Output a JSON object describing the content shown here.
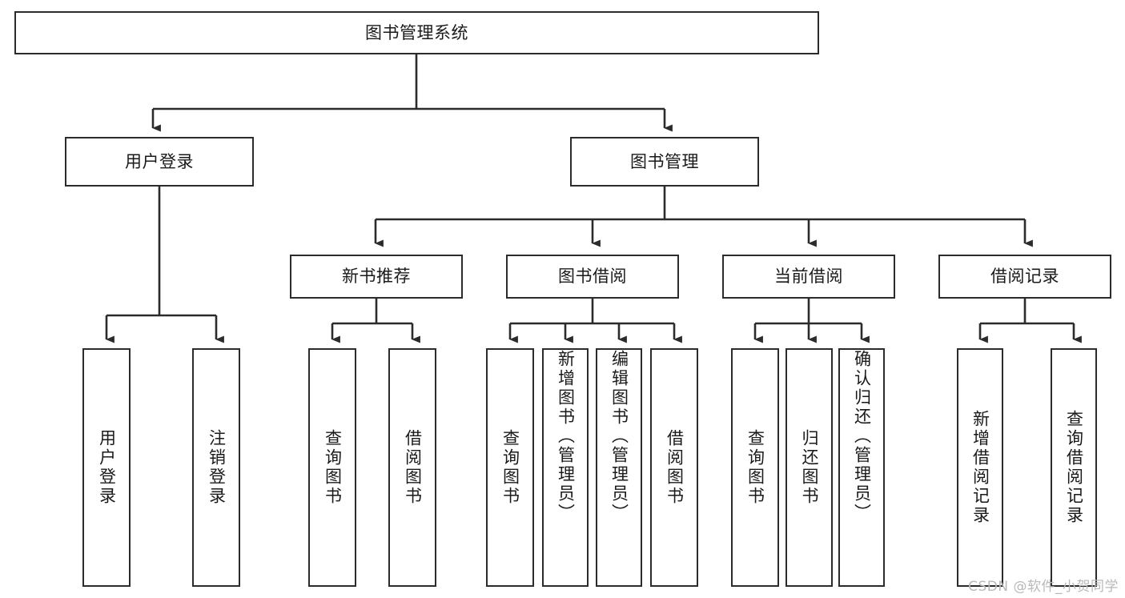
{
  "diagram": {
    "title": "图书管理系统",
    "type": "tree-hierarchy",
    "root": {
      "id": "root",
      "label": "图书管理系统"
    },
    "level2": [
      {
        "id": "user-login",
        "label": "用户登录"
      },
      {
        "id": "book-manage",
        "label": "图书管理"
      }
    ],
    "level3": [
      {
        "id": "new-book-recommend",
        "label": "新书推荐",
        "parent": "book-manage"
      },
      {
        "id": "book-borrow",
        "label": "图书借阅",
        "parent": "book-manage"
      },
      {
        "id": "current-borrow",
        "label": "当前借阅",
        "parent": "book-manage"
      },
      {
        "id": "borrow-record",
        "label": "借阅记录",
        "parent": "book-manage"
      }
    ],
    "leaves": {
      "user-login": [
        {
          "id": "leaf-user-login",
          "label": "用户登录"
        },
        {
          "id": "leaf-user-logout",
          "label": "注销登录"
        }
      ],
      "new-book-recommend": [
        {
          "id": "leaf-query-book-1",
          "label": "查询图书"
        },
        {
          "id": "leaf-borrow-book-1",
          "label": "借阅图书"
        }
      ],
      "book-borrow": [
        {
          "id": "leaf-query-book-2",
          "label": "查询图书"
        },
        {
          "id": "leaf-add-book-admin",
          "label": "新增图书（管理员）"
        },
        {
          "id": "leaf-edit-book-admin",
          "label": "编辑图书（管理员）"
        },
        {
          "id": "leaf-borrow-book-2",
          "label": "借阅图书"
        }
      ],
      "current-borrow": [
        {
          "id": "leaf-query-book-3",
          "label": "查询图书"
        },
        {
          "id": "leaf-return-book",
          "label": "归还图书"
        },
        {
          "id": "leaf-confirm-return-admin",
          "label": "确认归还（管理员）"
        }
      ],
      "borrow-record": [
        {
          "id": "leaf-add-borrow-record",
          "label": "新增借阅记录"
        },
        {
          "id": "leaf-query-borrow-record",
          "label": "查询借阅记录"
        }
      ]
    }
  },
  "watermark": {
    "text": "CSDN @软件_小贺同学"
  },
  "colors": {
    "stroke": "#2b2b2b",
    "fill": "#ffffff",
    "text": "#1a1a1a",
    "watermark": "#b9b9b9"
  }
}
